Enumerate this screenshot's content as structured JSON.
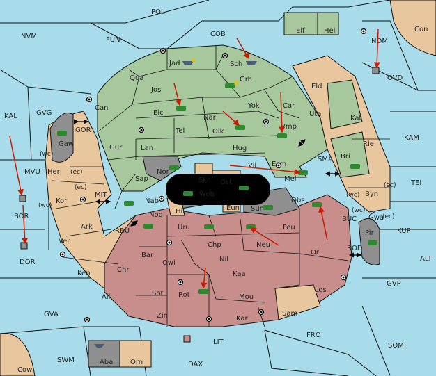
{
  "map": {
    "provinces": [
      {
        "name": "POL",
        "cls": "sea"
      },
      {
        "name": "NVM",
        "cls": "sea"
      },
      {
        "name": "FUN",
        "cls": "sea"
      },
      {
        "name": "COB",
        "cls": "sea"
      },
      {
        "name": "Elf",
        "cls": "green"
      },
      {
        "name": "Hel",
        "cls": "green"
      },
      {
        "name": "Con",
        "cls": "tan"
      },
      {
        "name": "NOM",
        "cls": "sea"
      },
      {
        "name": "OVD",
        "cls": "sea"
      },
      {
        "name": "KAL",
        "cls": "sea"
      },
      {
        "name": "GVG",
        "cls": "sea"
      },
      {
        "name": "GOR",
        "cls": "sea"
      },
      {
        "name": "Gaw",
        "cls": "gray"
      },
      {
        "name": "Jad",
        "cls": "green"
      },
      {
        "name": "Sch",
        "cls": "green"
      },
      {
        "name": "Qua",
        "cls": "green"
      },
      {
        "name": "Jos",
        "cls": "green"
      },
      {
        "name": "Grh",
        "cls": "green"
      },
      {
        "name": "Eld",
        "cls": "tan"
      },
      {
        "name": "Can",
        "cls": "green"
      },
      {
        "name": "Elc",
        "cls": "green"
      },
      {
        "name": "Yok",
        "cls": "green"
      },
      {
        "name": "Car",
        "cls": "green"
      },
      {
        "name": "Uta",
        "cls": "tan"
      },
      {
        "name": "Kat",
        "cls": "green"
      },
      {
        "name": "Nar",
        "cls": "green"
      },
      {
        "name": "Tel",
        "cls": "green"
      },
      {
        "name": "Olk",
        "cls": "green"
      },
      {
        "name": "Vmp",
        "cls": "green"
      },
      {
        "name": "KAM",
        "cls": "sea"
      },
      {
        "name": "Gur",
        "cls": "green"
      },
      {
        "name": "Lan",
        "cls": "green"
      },
      {
        "name": "Hug",
        "cls": "green"
      },
      {
        "name": "Rie",
        "cls": "tan"
      },
      {
        "name": "Bri",
        "cls": "green"
      },
      {
        "name": "Her",
        "cls": "tan"
      },
      {
        "name": "MVU",
        "cls": "sea"
      },
      {
        "name": "Nor",
        "cls": "gray"
      },
      {
        "name": "Skr",
        "cls": "tan"
      },
      {
        "name": "Vil",
        "cls": "green"
      },
      {
        "name": "Esm",
        "cls": "green"
      },
      {
        "name": "SMA",
        "cls": "sea"
      },
      {
        "name": "Sap",
        "cls": "green"
      },
      {
        "name": "Ost",
        "cls": "tan"
      },
      {
        "name": "Mel",
        "cls": "green"
      },
      {
        "name": "Web",
        "cls": "gray"
      },
      {
        "name": "TEI",
        "cls": "sea"
      },
      {
        "name": "Kor",
        "cls": "tan"
      },
      {
        "name": "MIT",
        "cls": "sea"
      },
      {
        "name": "Byn",
        "cls": "tan"
      },
      {
        "name": "Nab",
        "cls": "green"
      },
      {
        "name": "Eun",
        "cls": "tan"
      },
      {
        "name": "Obs",
        "cls": "red"
      },
      {
        "name": "Hil",
        "cls": "tan"
      },
      {
        "name": "Sun",
        "cls": "gray"
      },
      {
        "name": "BOR",
        "cls": "sea"
      },
      {
        "name": "Ark",
        "cls": "tan"
      },
      {
        "name": "Nog",
        "cls": "red"
      },
      {
        "name": "BUC",
        "cls": "sea"
      },
      {
        "name": "Gwa",
        "cls": "tan"
      },
      {
        "name": "KUP",
        "cls": "sea"
      },
      {
        "name": "RBU",
        "cls": "sea"
      },
      {
        "name": "Uru",
        "cls": "red"
      },
      {
        "name": "Feu",
        "cls": "red"
      },
      {
        "name": "Pir",
        "cls": "gray"
      },
      {
        "name": "Ver",
        "cls": "tan"
      },
      {
        "name": "Chp",
        "cls": "red"
      },
      {
        "name": "Neu",
        "cls": "red"
      },
      {
        "name": "Orl",
        "cls": "red"
      },
      {
        "name": "DOR",
        "cls": "sea"
      },
      {
        "name": "Bar",
        "cls": "red"
      },
      {
        "name": "Qwi",
        "cls": "red"
      },
      {
        "name": "Nil",
        "cls": "red"
      },
      {
        "name": "ROD",
        "cls": "sea"
      },
      {
        "name": "ALT",
        "cls": "sea"
      },
      {
        "name": "Chr",
        "cls": "red"
      },
      {
        "name": "Ken",
        "cls": "tan"
      },
      {
        "name": "Kaa",
        "cls": "red"
      },
      {
        "name": "GVP",
        "cls": "sea"
      },
      {
        "name": "Ail",
        "cls": "red"
      },
      {
        "name": "Sot",
        "cls": "red"
      },
      {
        "name": "Rot",
        "cls": "red"
      },
      {
        "name": "Mou",
        "cls": "red"
      },
      {
        "name": "Los",
        "cls": "red"
      },
      {
        "name": "GVA",
        "cls": "sea"
      },
      {
        "name": "Zin",
        "cls": "red"
      },
      {
        "name": "Kar",
        "cls": "red"
      },
      {
        "name": "Sam",
        "cls": "tan"
      },
      {
        "name": "FRO",
        "cls": "sea"
      },
      {
        "name": "SOM",
        "cls": "sea"
      },
      {
        "name": "LIT",
        "cls": "sea"
      },
      {
        "name": "Aba",
        "cls": "gray"
      },
      {
        "name": "Orn",
        "cls": "tan"
      },
      {
        "name": "SWM",
        "cls": "sea"
      },
      {
        "name": "DAX",
        "cls": "sea"
      },
      {
        "name": "Cow",
        "cls": "tan"
      }
    ],
    "coast_labels": [
      "(wc)",
      "(ec)",
      "(ec)",
      "(wc)",
      "(wc)",
      "(ec)",
      "(wc)",
      "(ec)"
    ],
    "colors": {
      "sea": "#a8dcea",
      "green": "#a7c79d",
      "tan": "#e8c79f",
      "red": "#c88e8b",
      "gray": "#8f8f8f",
      "arrow": "#cc1a00",
      "army": "#2f8a2f",
      "fleet": "#4a5a7a"
    }
  }
}
